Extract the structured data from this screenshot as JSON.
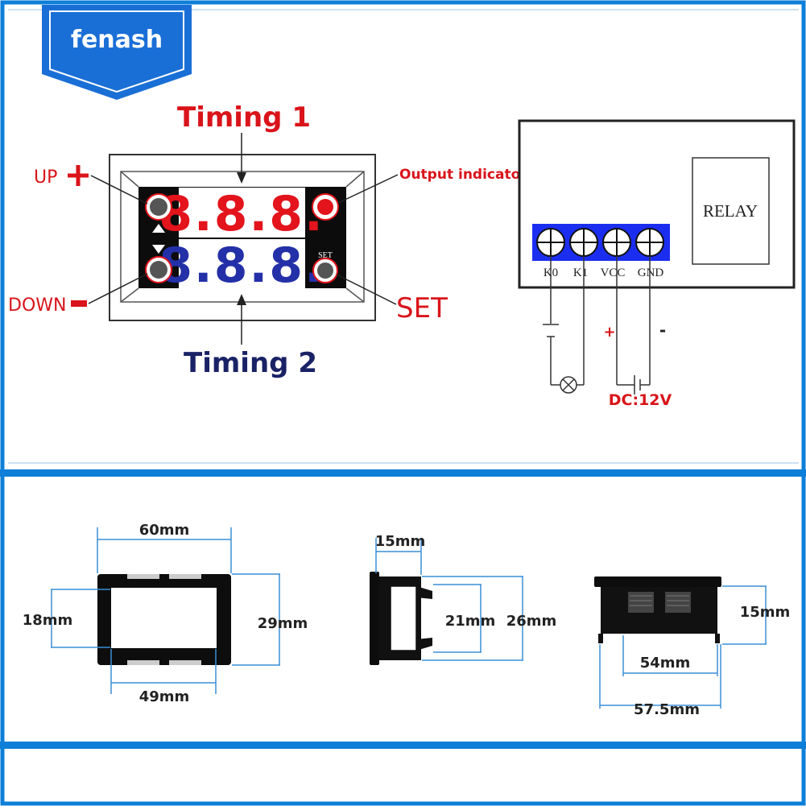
{
  "brand": {
    "logo_text": "fenash",
    "accent": "#1a6fd6"
  },
  "panel": {
    "timing1_label": "Timing 1",
    "timing2_label": "Timing 2",
    "up_label": "UP",
    "down_label": "DOWN",
    "set_label": "SET",
    "set_button_text": "SET",
    "output_indicator_label": "Output indicator",
    "display_top": "8.8.8.",
    "display_bottom": "8.8.8."
  },
  "wiring": {
    "relay_label": "RELAY",
    "terminals": [
      "K0",
      "K1",
      "VCC",
      "GND"
    ],
    "plus": "+",
    "minus": "-",
    "supply": "DC:12V"
  },
  "dimensions": {
    "front_width": "60mm",
    "front_height": "29mm",
    "window_height": "18mm",
    "window_width": "49mm",
    "side_depth": "15mm",
    "side_clip": "21mm",
    "side_height": "26mm",
    "top_depth": "15mm",
    "top_inner": "54mm",
    "top_outer": "57.5mm"
  },
  "colors": {
    "red_label": "#d9141a",
    "navy_label": "#1a2266",
    "digit_red": "#e3141c",
    "digit_blue": "#2430a8",
    "dim_blue": "#3a8fd6",
    "frame_blue": "#0d7fd8"
  }
}
